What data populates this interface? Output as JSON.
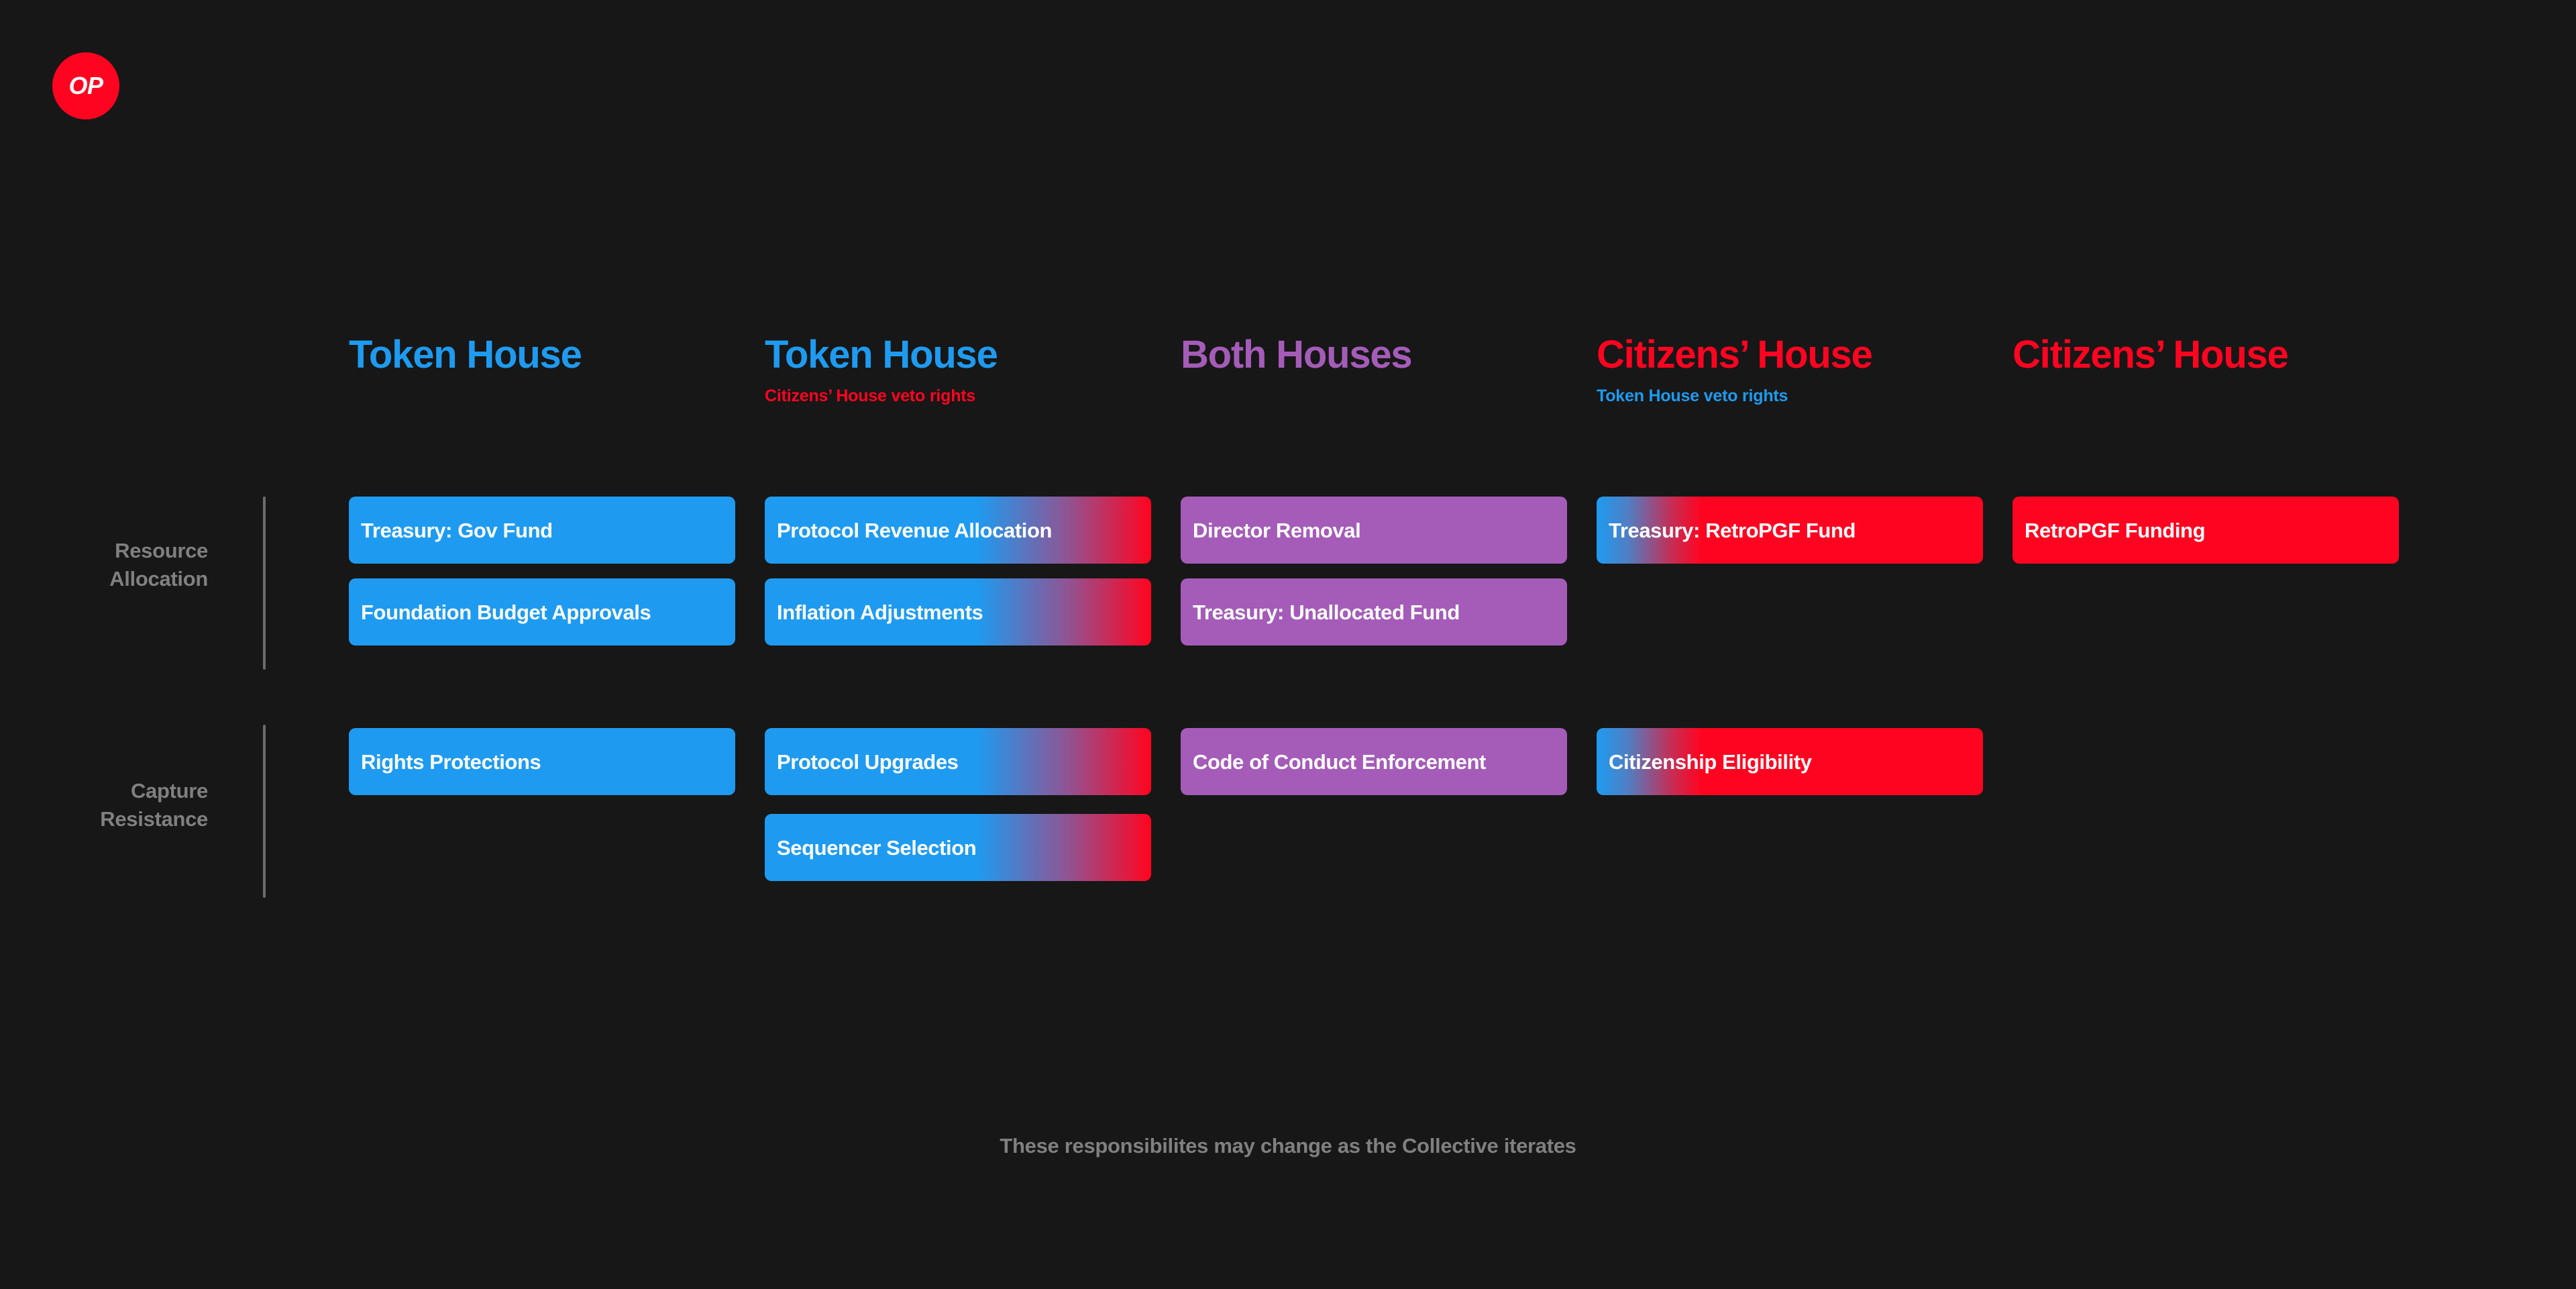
{
  "brand": {
    "logo_text": "OP",
    "logo_color": "#FF0420"
  },
  "colors": {
    "background": "#171717",
    "blue": "#1E9BF0",
    "red": "#FF0420",
    "purple": "#A45CB8",
    "muted": "#808080",
    "divider": "#6B6B6B",
    "card_text": "#FFFFFF"
  },
  "columns": [
    {
      "title": "Token House",
      "title_color": "#1E9BF0",
      "subtitle": "",
      "subtitle_color": ""
    },
    {
      "title": "Token House",
      "title_color": "#1E9BF0",
      "subtitle": "Citizens’ House veto rights",
      "subtitle_color": "#FF0420"
    },
    {
      "title": "Both Houses",
      "title_color": "#A45CB8",
      "subtitle": "",
      "subtitle_color": ""
    },
    {
      "title": "Citizens’ House",
      "title_color": "#FF0420",
      "subtitle": "Token House veto rights",
      "subtitle_color": "#1E9BF0"
    },
    {
      "title": "Citizens’ House",
      "title_color": "#FF0420",
      "subtitle": "",
      "subtitle_color": ""
    }
  ],
  "rows": [
    {
      "label_line1": "Resource",
      "label_line2": "Allocation",
      "cells": [
        {
          "column": 0,
          "cards": [
            "Treasury: Gov Fund",
            "Foundation Budget Approvals"
          ]
        },
        {
          "column": 1,
          "cards": [
            "Protocol Revenue Allocation",
            "Inflation Adjustments"
          ]
        },
        {
          "column": 2,
          "cards": [
            "Director Removal",
            "Treasury: Unallocated Fund"
          ]
        },
        {
          "column": 3,
          "cards": [
            "Treasury: RetroPGF Fund"
          ]
        },
        {
          "column": 4,
          "cards": [
            "RetroPGF Funding"
          ]
        }
      ]
    },
    {
      "label_line1": "Capture",
      "label_line2": "Resistance",
      "cells": [
        {
          "column": 0,
          "cards": [
            "Rights Protections"
          ]
        },
        {
          "column": 1,
          "cards": [
            "Protocol Upgrades",
            "Sequencer Selection"
          ]
        },
        {
          "column": 2,
          "cards": [
            "Code of Conduct Enforcement"
          ]
        },
        {
          "column": 3,
          "cards": [
            "Citizenship Eligibility"
          ]
        },
        {
          "column": 4,
          "cards": []
        }
      ]
    }
  ],
  "cards": {
    "r0c0i0": "Treasury: Gov Fund",
    "r0c0i1": "Foundation Budget Approvals",
    "r0c1i0": "Protocol Revenue Allocation",
    "r0c1i1": "Inflation Adjustments",
    "r0c2i0": "Director Removal",
    "r0c2i1": "Treasury: Unallocated Fund",
    "r0c3i0": "Treasury: RetroPGF Fund",
    "r0c4i0": "RetroPGF Funding",
    "r1c0i0": "Rights Protections",
    "r1c1i0": "Protocol Upgrades",
    "r1c1i1": "Sequencer Selection",
    "r1c2i0": "Code of Conduct Enforcement",
    "r1c3i0": "Citizenship Eligibility"
  },
  "footer": {
    "note": "These responsibilites may change as the Collective iterates"
  }
}
